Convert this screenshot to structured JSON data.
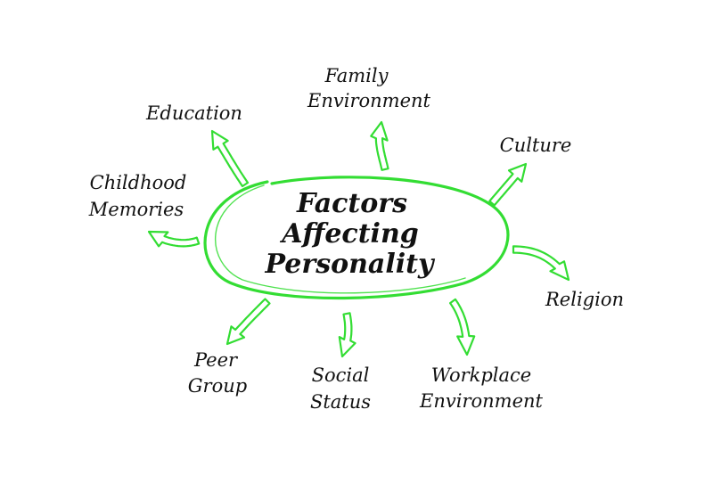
{
  "center": {
    "lines": [
      "Factors",
      "Affecting",
      "Personality"
    ]
  },
  "factors": [
    {
      "id": "family-environment",
      "lines": [
        "Family",
        "Environment"
      ]
    },
    {
      "id": "education",
      "lines": [
        "Education"
      ]
    },
    {
      "id": "culture",
      "lines": [
        "Culture"
      ]
    },
    {
      "id": "childhood-memories",
      "lines": [
        "Childhood",
        "Memories"
      ]
    },
    {
      "id": "religion",
      "lines": [
        "Religion"
      ]
    },
    {
      "id": "peer-group",
      "lines": [
        "Peer",
        "Group"
      ]
    },
    {
      "id": "social-status",
      "lines": [
        "Social",
        "Status"
      ]
    },
    {
      "id": "workplace-environment",
      "lines": [
        "Workplace",
        "Environment"
      ]
    }
  ],
  "colors": {
    "accent": "#33dd33",
    "text": "#111111",
    "background": "#ffffff"
  }
}
